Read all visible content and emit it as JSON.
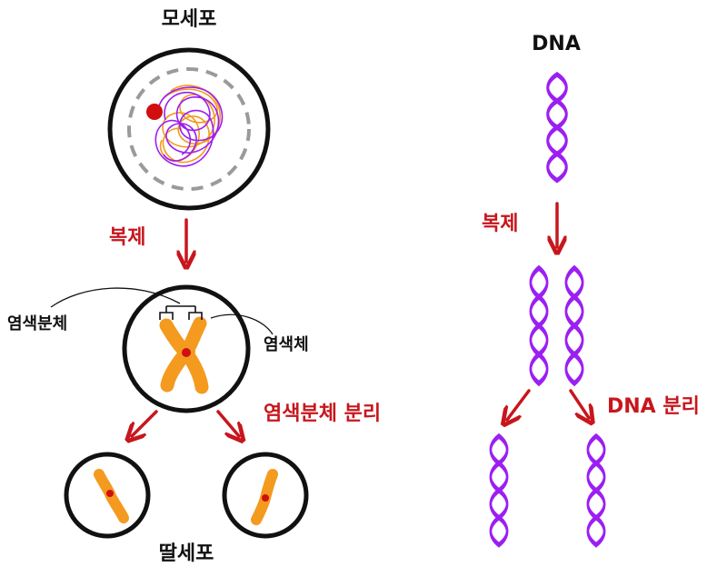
{
  "labels": {
    "mother_cell": "모세포",
    "replication_left": "복제",
    "chromatid_label": "염색분체",
    "chromosome_label": "염색체",
    "chromatid_separation": "염색분체 분리",
    "daughter_cells": "딸세포",
    "dna_title": "DNA",
    "replication_right": "복제",
    "dna_separation": "DNA 분리"
  },
  "colors": {
    "outline": "#111111",
    "accent_red": "#c8161d",
    "chromosome_orange": "#f39a1f",
    "dna_purple": "#9b1ff2",
    "nucleus_dash": "#9a9a9a",
    "centromere": "#d10f0f"
  }
}
